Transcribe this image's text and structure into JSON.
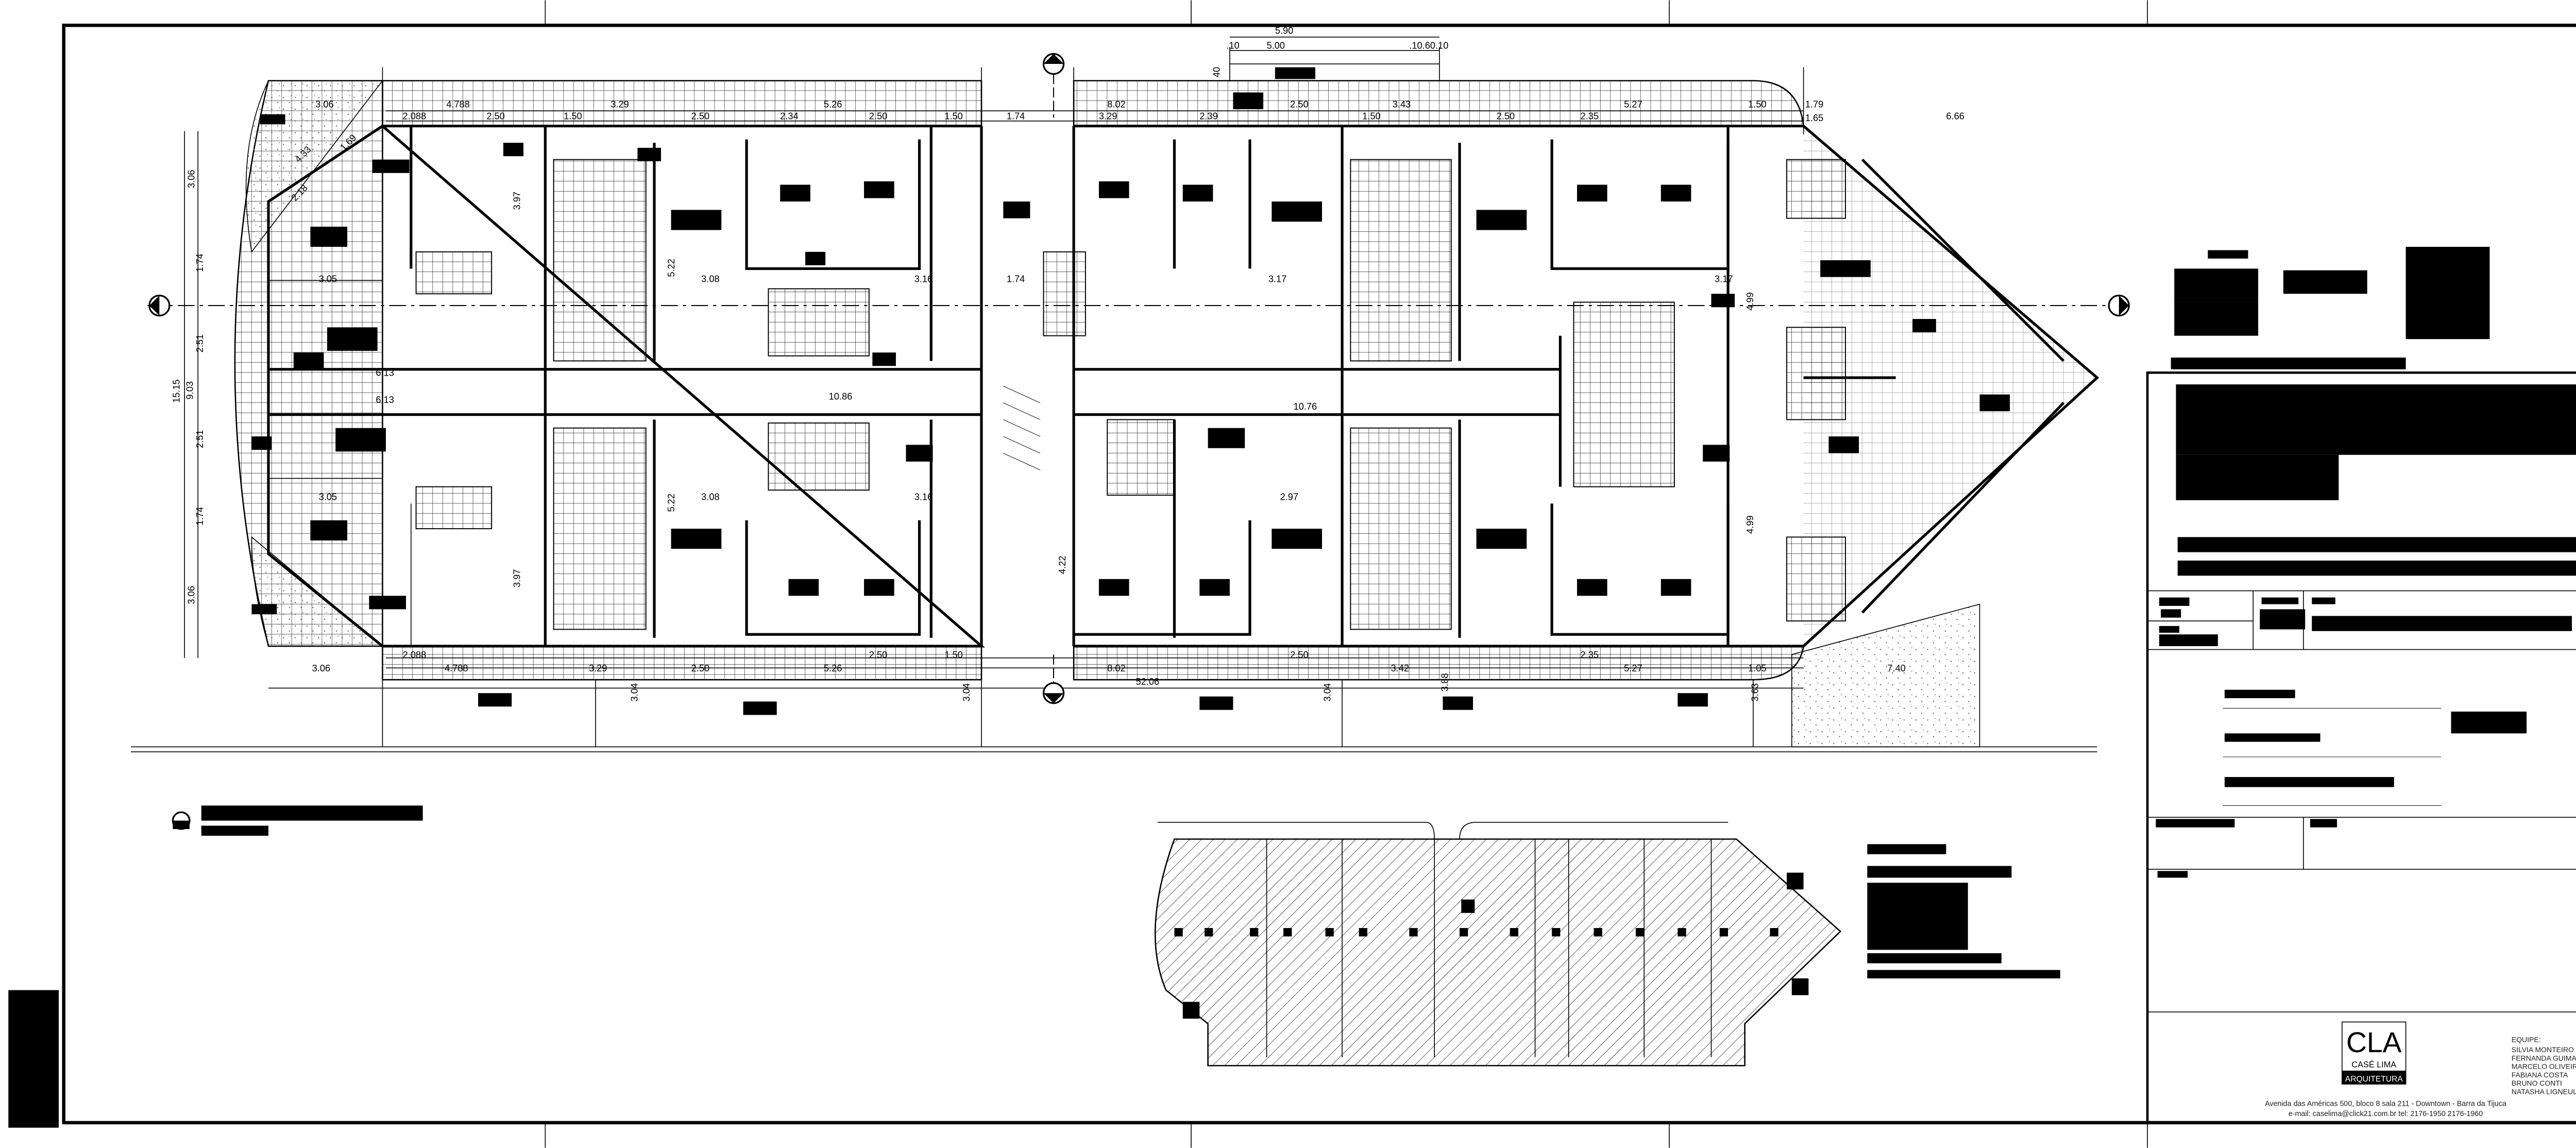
{
  "dimensions": {
    "top_detail": [
      "5.90",
      "5.00",
      ".10",
      ".10.60.10",
      "40"
    ],
    "top": [
      "3.06",
      "4.788",
      "2.088",
      "2.50",
      "3.29",
      "1.50",
      "2.50",
      "2.34",
      "5.26",
      "2.50",
      "1.50",
      "1.74",
      "8.02",
      "3.29",
      "2.39",
      "2.50",
      "3.43",
      "1.50",
      "2.50",
      "5.27",
      "2.35",
      "1.50",
      "1.79",
      "1.65",
      "6.66"
    ],
    "left": [
      "3.06",
      "1.74",
      "2.51",
      "15.15",
      "9.03",
      "2.51",
      "1.74",
      "3.06"
    ],
    "middle": [
      "6.13",
      "6.13",
      "3.05",
      "3.05",
      "10.86",
      "10.76",
      "3.08",
      "3.08",
      "3.16",
      "3.16",
      "1.74",
      "2.97",
      "3.17",
      "3.17",
      "4.33",
      "1.69",
      "2.18",
      "3.97",
      "3.97",
      "5.22",
      "5.22",
      "4.22",
      "4.99",
      "4.99"
    ],
    "bottom": [
      "3.06",
      "4.788",
      "2.088",
      "3.29",
      "2.50",
      "5.26",
      "2.50",
      "1.50",
      "8.02",
      "2.50",
      "3.42",
      "5.27",
      "2.35",
      "1.05",
      "7.40",
      "52.06"
    ],
    "vertical_bottom": [
      "3.04",
      "3.04",
      "3.04",
      "3.88",
      "3.63"
    ]
  },
  "title_block": {
    "logo": {
      "mark": "CLA",
      "name": "CASÉ LIMA",
      "subtitle": "ARQUITETURA"
    },
    "team_label": "EQUIPE:",
    "team": [
      "SILVIA MONTEIRO",
      "FERNANDA GUIMARÃES",
      "MARCELO OLIVEIRA",
      "FABIANA COSTA",
      "BRUNO CONTI",
      "NATASHA LIGNEUL"
    ],
    "address": "Avenida das Américas 500, bloco 8 sala 211 - Downtown - Barra da Tijuca",
    "contact": "e-mail: caselima@click21.com.br   tel: 2176-1950   2176-1960"
  }
}
